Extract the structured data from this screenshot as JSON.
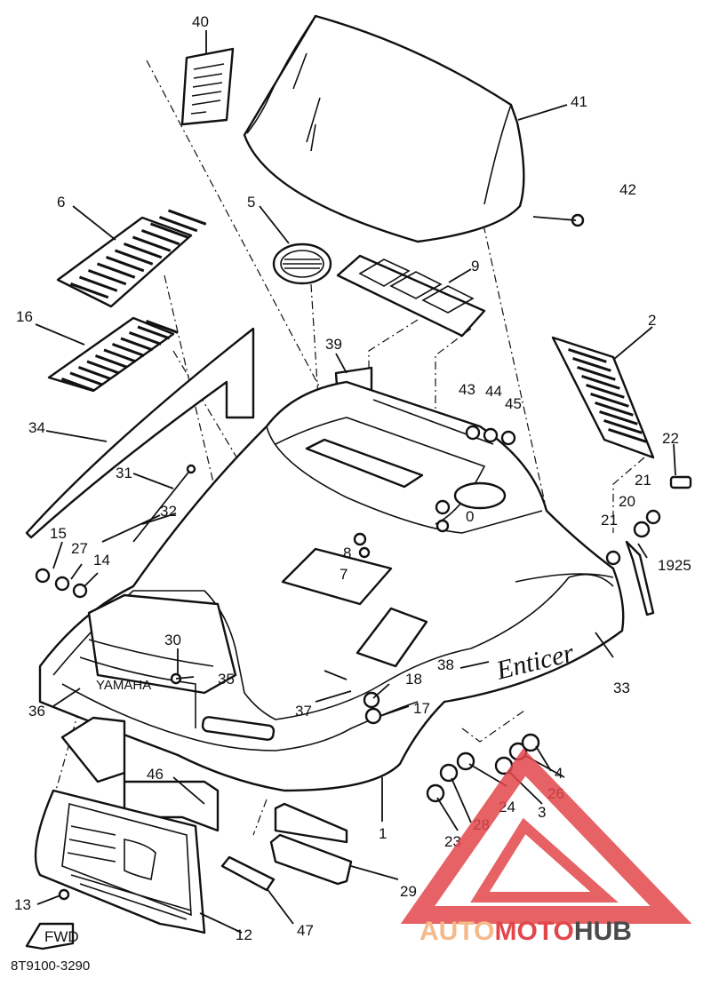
{
  "diagram": {
    "part_code": "8T9100-3290",
    "brand_script": "Enticer",
    "fwd_label": "FWD",
    "small_hood_text": "YAMAHA",
    "callouts": [
      {
        "id": "c40",
        "label": "40"
      },
      {
        "id": "c41",
        "label": "41"
      },
      {
        "id": "c42",
        "label": "42"
      },
      {
        "id": "c6",
        "label": "6"
      },
      {
        "id": "c5",
        "label": "5"
      },
      {
        "id": "c9",
        "label": "9"
      },
      {
        "id": "c16",
        "label": "16"
      },
      {
        "id": "c2",
        "label": "2"
      },
      {
        "id": "c39",
        "label": "39"
      },
      {
        "id": "c43",
        "label": "43"
      },
      {
        "id": "c44",
        "label": "44"
      },
      {
        "id": "c45",
        "label": "45"
      },
      {
        "id": "c34",
        "label": "34"
      },
      {
        "id": "c22",
        "label": "22"
      },
      {
        "id": "c31",
        "label": "31"
      },
      {
        "id": "c21a",
        "label": "21"
      },
      {
        "id": "c20",
        "label": "20"
      },
      {
        "id": "c32",
        "label": "32"
      },
      {
        "id": "c10",
        "label": "0"
      },
      {
        "id": "c21b",
        "label": "21"
      },
      {
        "id": "c15",
        "label": "15"
      },
      {
        "id": "c27",
        "label": "27"
      },
      {
        "id": "c14",
        "label": "14"
      },
      {
        "id": "c8",
        "label": "8"
      },
      {
        "id": "c7",
        "label": "7"
      },
      {
        "id": "c1925",
        "label": "1925"
      },
      {
        "id": "c30",
        "label": "30"
      },
      {
        "id": "c38",
        "label": "38"
      },
      {
        "id": "c33",
        "label": "33"
      },
      {
        "id": "c36",
        "label": "36"
      },
      {
        "id": "c35",
        "label": "35"
      },
      {
        "id": "c18",
        "label": "18"
      },
      {
        "id": "c37",
        "label": "37"
      },
      {
        "id": "c17",
        "label": "17"
      },
      {
        "id": "c4",
        "label": "4"
      },
      {
        "id": "c46",
        "label": "46"
      },
      {
        "id": "c26",
        "label": "26"
      },
      {
        "id": "c24",
        "label": "24"
      },
      {
        "id": "c3",
        "label": "3"
      },
      {
        "id": "c28",
        "label": "28"
      },
      {
        "id": "c1",
        "label": "1"
      },
      {
        "id": "c23",
        "label": "23"
      },
      {
        "id": "c29",
        "label": "29"
      },
      {
        "id": "c13",
        "label": "13"
      },
      {
        "id": "c12",
        "label": "12"
      },
      {
        "id": "c47",
        "label": "47"
      }
    ]
  },
  "watermark": {
    "part1": "AUTO",
    "part2": "MOTO",
    "part3": "HUB",
    "color_light": "#f6b98a",
    "color_red": "#e2474b",
    "color_gray": "#4a4a4a"
  }
}
